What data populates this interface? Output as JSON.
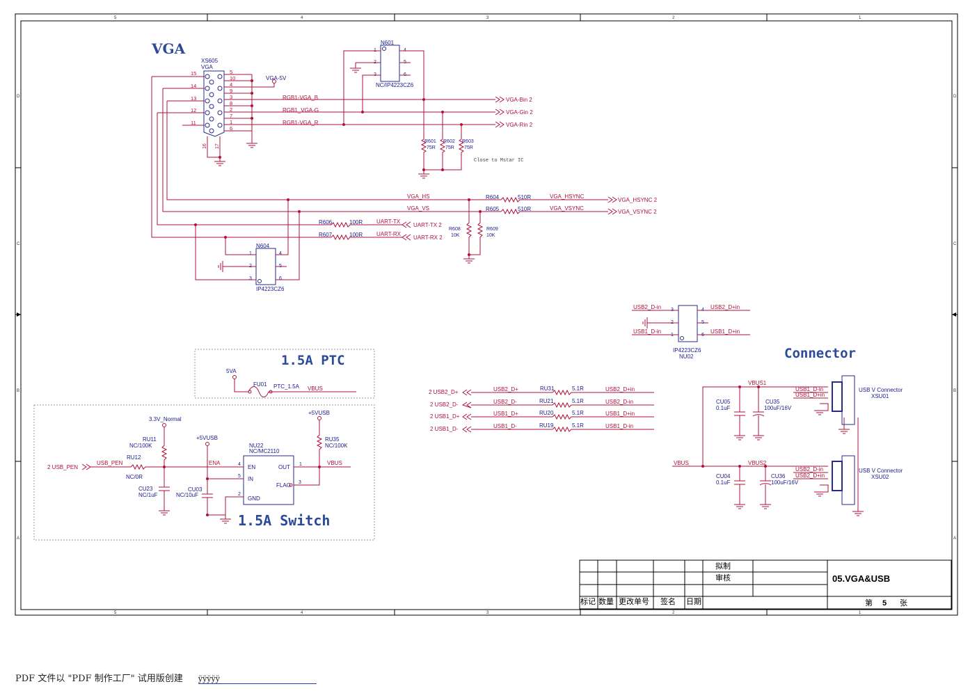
{
  "border": {
    "col_numbers": [
      "5",
      "4",
      "3",
      "2",
      "1"
    ],
    "row_letters": [
      "D",
      "C",
      "B",
      "A"
    ]
  },
  "sections": {
    "vga": "VGA",
    "ptc": "1.5A PTC",
    "switch": "1.5A Switch",
    "connector": "Connector"
  },
  "vga": {
    "connector_ref": "XS605",
    "connector_val": "VGA",
    "vga5v": "VGA-5V",
    "pins_left": [
      "15",
      "14",
      "13",
      "12",
      "11"
    ],
    "pins_right": [
      "5",
      "10",
      "4",
      "9",
      "3",
      "8",
      "2",
      "7",
      "1",
      "6"
    ],
    "pins_bottom": [
      "16",
      "17"
    ],
    "n601_ref": "N601",
    "n601_val": "NC/IP4223CZ6",
    "n601_pins": [
      "1",
      "2",
      "3",
      "4",
      "5",
      "6"
    ],
    "rgb_b": "RGB1-VGA_B",
    "rgb_g": "RGB1_VGA-G",
    "rgb_r": "RGB1-VGA_R",
    "out_b": "VGA-Bin  2",
    "out_g": "VGA-Gin  2",
    "out_r": "VGA-Rin  2",
    "r601": "R601",
    "r602": "R602",
    "r603": "R603",
    "r75": "75R",
    "note": "Close to Mstar IC",
    "vga_hs": "VGA_HS",
    "vga_vs": "VGA_VS",
    "r604": "R604",
    "r605": "R605",
    "r510": "510R",
    "vga_hsync": "VGA_HSYNC",
    "vga_vsync": "VGA_VSYNC",
    "out_hsync": "VGA_HSYNC  2",
    "out_vsync": "VGA_VSYNC  2",
    "r606": "R606",
    "r607": "R607",
    "r100": "100R",
    "uart_tx": "UART-TX",
    "uart_rx": "UART-RX",
    "out_tx": "UART-TX  2",
    "out_rx": "UART-RX  2",
    "r608": "R608",
    "r609": "R609",
    "r10k": "10K",
    "n604_ref": "N604",
    "n604_val": "IP4223CZ6"
  },
  "ptc": {
    "src": "5VA",
    "ref": "FU01",
    "net": "PTC_1.5A",
    "vbus": "VBUS"
  },
  "sw": {
    "v33": "3.3V_Normal",
    "ru11": "RU11",
    "ru11v": "NC/100K",
    "ru12": "RU12",
    "ru12v": "NC/0R",
    "in": "2  USB_PEN",
    "usb_pen": "USB_PEN",
    "ena": "ENA",
    "cu23": "CU23",
    "cu23v": "NC/1uF",
    "p5": "+5VUSB",
    "cu03": "CU03",
    "cu03v": "NC/10uF",
    "nu22": "NU22",
    "nu22v": "NC/MC2110",
    "pin_en": "EN",
    "pin_in": "IN",
    "pin_gnd": "GND",
    "pin_out": "OUT",
    "pin_flag": "FLAG",
    "ru35": "RU35",
    "ru35v": "NC/100K",
    "vbus": "VBUS"
  },
  "esd": {
    "ref": "IP4223CZ6",
    "ref2": "NU02",
    "u2dm": "USB2_D-in",
    "u2dp": "USB2_D+in",
    "u1dm": "USB1_D-in",
    "u1dp": "USB1_D+in"
  },
  "usbdata": {
    "rows": [
      {
        "port": "2  USB2_D+",
        "net": "USB2_D+",
        "ref": "RU31",
        "val": "5.1R",
        "out": "USB2_D+in"
      },
      {
        "port": "2  USB2_D-",
        "net": "USB2_D-",
        "ref": "RU21",
        "val": "5.1R",
        "out": "USB2_D-in"
      },
      {
        "port": "2  USB1_D+",
        "net": "USB1_D+",
        "ref": "RU20",
        "val": "5.1R",
        "out": "USB1_D+in"
      },
      {
        "port": "2  USB1_D-",
        "net": "USB1_D-",
        "ref": "RU19",
        "val": "5.1R",
        "out": "USB1_D-in"
      }
    ]
  },
  "conn": {
    "vbus1": "VBUS1",
    "vbus2": "VBUS2",
    "vbus": "VBUS",
    "cu05": "CU05",
    "cu04": "CU04",
    "c01": "0.1uF",
    "cu35": "CU35",
    "cu36": "CU36",
    "c100": "100uF/16V",
    "x1a": "USB1_D-in",
    "x1b": "USB1_D+in",
    "x2a": "USB2_D-in",
    "x2b": "USB2_D+in",
    "xname": "USB V Connector",
    "xsu01": "XSU01",
    "xsu02": "XSU02"
  },
  "title_block": {
    "draft": "拟制",
    "review": "审核",
    "title": "05.VGA&USB",
    "h1": "标记",
    "h2": "数量",
    "h3": "更改单号",
    "h4": "签名",
    "h5": "日期",
    "sheet_pre": "第",
    "sheet": "5",
    "sheet_post": "张"
  },
  "footer": {
    "text": "PDF 文件以 \"PDF 制作工厂\" 试用版创建",
    "link": "ÿÿÿÿÿ"
  }
}
